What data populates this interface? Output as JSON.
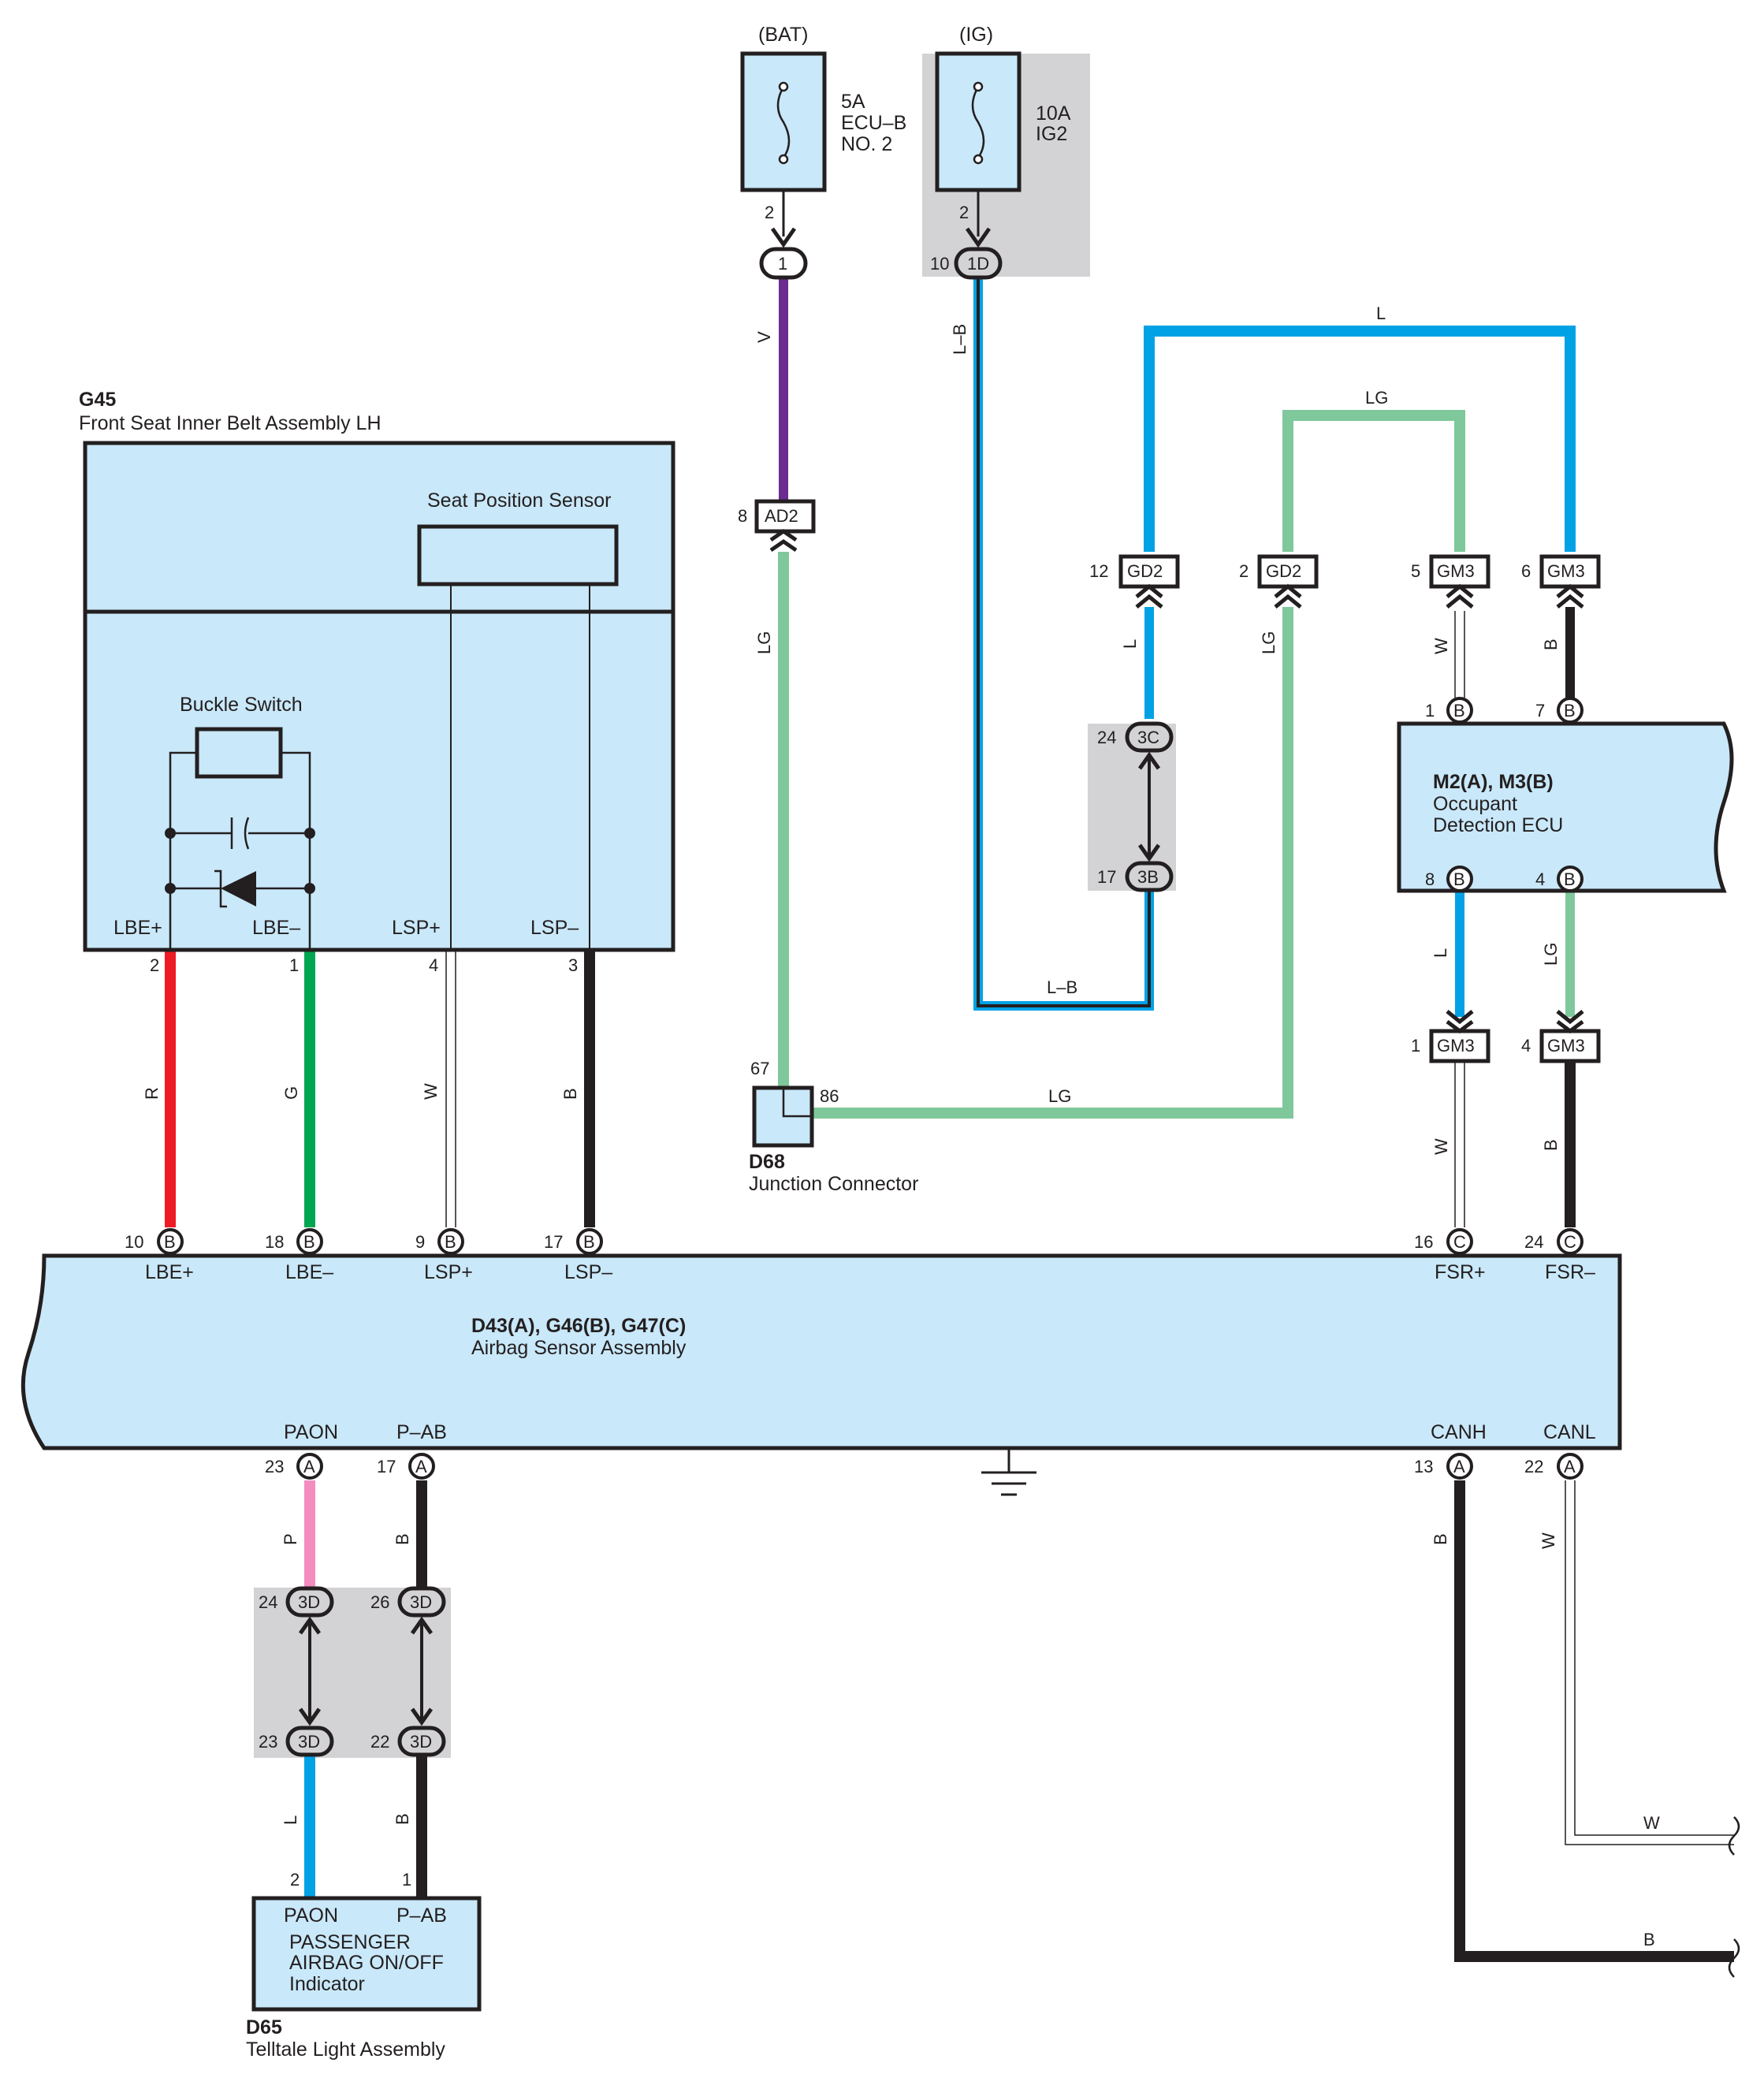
{
  "sources": {
    "bat": {
      "label": "(BAT)",
      "fuse": [
        "5A",
        "ECU–B",
        "NO. 2"
      ],
      "pin": "2",
      "conn": "1"
    },
    "ig": {
      "label": "(IG)",
      "fuse": [
        "10A",
        "IG2"
      ],
      "pin": "2",
      "conn_pin": "10",
      "conn": "1D"
    }
  },
  "g45": {
    "code": "G45",
    "name": "Front Seat Inner Belt Assembly LH",
    "sensor": "Seat Position Sensor",
    "switch": "Buckle Switch",
    "terminals": [
      "LBE+",
      "LBE–",
      "LSP+",
      "LSP–"
    ],
    "pins": [
      "2",
      "1",
      "4",
      "3"
    ]
  },
  "airbag": {
    "code": "D43(A), G46(B), G47(C)",
    "name": "Airbag Sensor Assembly",
    "top_pins": [
      {
        "num": "10",
        "conn": "B",
        "term": "LBE+"
      },
      {
        "num": "18",
        "conn": "B",
        "term": "LBE–"
      },
      {
        "num": "9",
        "conn": "B",
        "term": "LSP+"
      },
      {
        "num": "17",
        "conn": "B",
        "term": "LSP–"
      },
      {
        "num": "16",
        "conn": "C",
        "term": "FSR+"
      },
      {
        "num": "24",
        "conn": "C",
        "term": "FSR–"
      }
    ],
    "bottom_pins": [
      {
        "num": "23",
        "conn": "A",
        "term": "PAON"
      },
      {
        "num": "17",
        "conn": "A",
        "term": "P–AB"
      },
      {
        "num": "13",
        "conn": "A",
        "term": "CANH"
      },
      {
        "num": "22",
        "conn": "A",
        "term": "CANL"
      }
    ]
  },
  "ecu": {
    "code": "M2(A), M3(B)",
    "name": [
      "Occupant",
      "Detection ECU"
    ],
    "top_pins": [
      {
        "num": "1",
        "conn": "B"
      },
      {
        "num": "7",
        "conn": "B"
      }
    ],
    "bottom_pins": [
      {
        "num": "8",
        "conn": "B"
      },
      {
        "num": "4",
        "conn": "B"
      }
    ]
  },
  "junction": {
    "code": "D68",
    "name": "Junction Connector",
    "pin_top": "67",
    "pin_right": "86"
  },
  "d65": {
    "code": "D65",
    "name": "Telltale Light Assembly",
    "terminals": [
      "PAON",
      "P–AB"
    ],
    "pins": [
      "2",
      "1"
    ],
    "desc": [
      "PASSENGER",
      "AIRBAG ON/OFF",
      "Indicator"
    ]
  },
  "connectors": {
    "ad2": {
      "name": "AD2",
      "pin": "8"
    },
    "gd2a": {
      "name": "GD2",
      "pin": "12"
    },
    "gd2b": {
      "name": "GD2",
      "pin": "2"
    },
    "gm3a": {
      "name": "GM3",
      "pin": "5"
    },
    "gm3b": {
      "name": "GM3",
      "pin": "6"
    },
    "gm3c": {
      "name": "GM3",
      "pin": "1"
    },
    "gm3d": {
      "name": "GM3",
      "pin": "4"
    },
    "c3c": {
      "name": "3C",
      "pin": "24"
    },
    "c3b": {
      "name": "3B",
      "pin": "17"
    },
    "c3d1": {
      "name": "3D",
      "pin": "24"
    },
    "c3d2": {
      "name": "3D",
      "pin": "26"
    },
    "c3d3": {
      "name": "3D",
      "pin": "23"
    },
    "c3d4": {
      "name": "3D",
      "pin": "22"
    }
  },
  "wire_colors": {
    "V": "V",
    "LG": "LG",
    "LB": "L–B",
    "L": "L",
    "R": "R",
    "G": "G",
    "W": "W",
    "B": "B",
    "P": "P"
  },
  "palette": {
    "violet": "#6a2c91",
    "light_green": "#7fc89b",
    "blue": "#00a2e5",
    "red": "#ed1c24",
    "green": "#00a651",
    "black": "#231f20",
    "pink": "#f48cbf",
    "box_fill": "#c9e8f9",
    "shade": "#d3d3d5"
  }
}
